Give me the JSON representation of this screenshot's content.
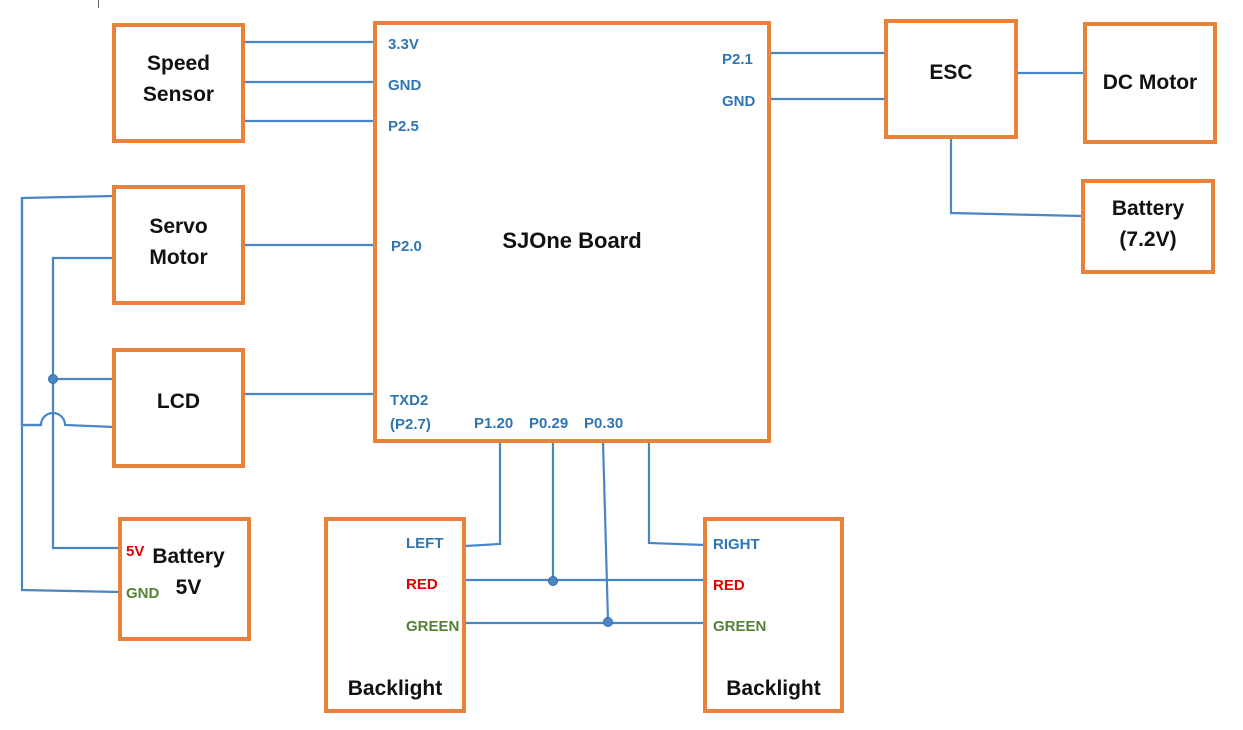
{
  "colors": {
    "box_border": "#e8813a",
    "wire": "#4a86c5",
    "pin_label": "#2e75b6",
    "red_label": "#e00000",
    "green_label": "#548235",
    "title_text": "#111111"
  },
  "blocks": {
    "speed_sensor": "Speed\nSensor",
    "servo_motor": "Servo\nMotor",
    "lcd": "LCD",
    "battery_5v": "Battery\n5V",
    "sjone_board": "SJOne Board",
    "esc": "ESC",
    "dc_motor": "DC Motor",
    "battery_72v": "Battery\n(7.2V)",
    "backlight_left": "Backlight",
    "backlight_right": "Backlight"
  },
  "pins": {
    "board_3v3": "3.3V",
    "board_gnd_left": "GND",
    "board_p2_5": "P2.5",
    "board_p2_0": "P2.0",
    "board_txd2": "TXD2\n(P2.7)",
    "board_p1_20": "P1.20",
    "board_p0_29": "P0.29",
    "board_p0_30": "P0.30",
    "board_p2_1": "P2.1",
    "board_gnd_right": "GND",
    "battery5v_5v": "5V",
    "battery5v_gnd": "GND",
    "bl_left_left": "LEFT",
    "bl_left_red": "RED",
    "bl_left_green": "GREEN",
    "bl_right_right": "RIGHT",
    "bl_right_red": "RED",
    "bl_right_green": "GREEN"
  }
}
